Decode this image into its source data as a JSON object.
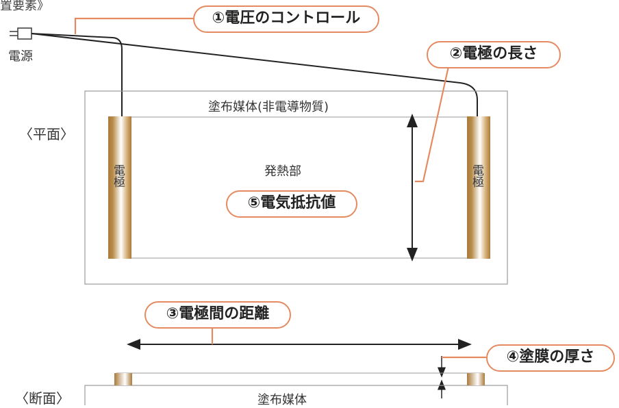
{
  "header_partial": "置要素》",
  "power_label": "電源",
  "labels": {
    "voltage_control": "①電圧のコントロール",
    "electrode_length": "②電極の長さ",
    "electrode_distance": "③電極間の距離",
    "coating_thickness": "④塗膜の厚さ",
    "electrical_resistance": "⑤電気抵抗値"
  },
  "plan": {
    "view_label": "〈平面〉",
    "medium_label": "塗布媒体(非電導物質)",
    "heating_label": "発熱部",
    "electrode_left": "電極",
    "electrode_right": "電極"
  },
  "section": {
    "view_label": "〈断面〉",
    "medium_label": "塗布媒体"
  },
  "colors": {
    "pill_border": "#e58a60",
    "leader_line": "#e58a60",
    "electrode_brown": "#a97a3a",
    "outline": "#9a9a9a"
  }
}
